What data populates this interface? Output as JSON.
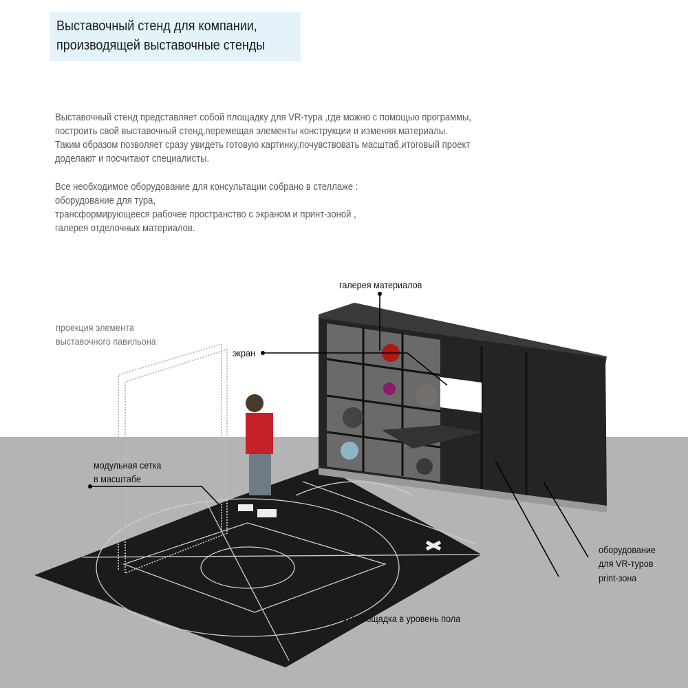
{
  "title": {
    "lines": [
      "Выставочный стенд для компании,",
      "производящей выставочные стенды"
    ]
  },
  "description": {
    "paragraph1": [
      "Выставочный стенд представляет собой площадку для VR-тура ,где можно с помощью программы,",
      "построить свой выставочный стенд,перемещая элементы конструкции и изменяя материалы.",
      "Таким образом позволяет сразу увидеть готовую картинку,почувствовать масштаб,итоговый проект",
      "доделают и посчитают специалисты."
    ],
    "paragraph2": [
      "Все необходимое оборудование для консультации собрано в стеллаже :",
      "оборудование для тура,",
      "трансформирующееся рабочее пространство с экраном и принт-зоной ,",
      "галерея отделочных материалов."
    ]
  },
  "labels": {
    "gallery": "галерея материалов",
    "projection": [
      "проекция элемента",
      "выставочного павильона"
    ],
    "screen": "экран",
    "grid": [
      "модульная сетка",
      "в масштабе"
    ],
    "equipment": [
      "оборудование",
      "для VR-туров"
    ],
    "print_zone": "print-зона",
    "vr_platform": "VR площадка в уровень пола"
  },
  "colors": {
    "title_bg": "#e3f3f9",
    "floor": "#b4b4b4",
    "platform": "#1a1a1a",
    "shelf": "#2a2a2a"
  }
}
